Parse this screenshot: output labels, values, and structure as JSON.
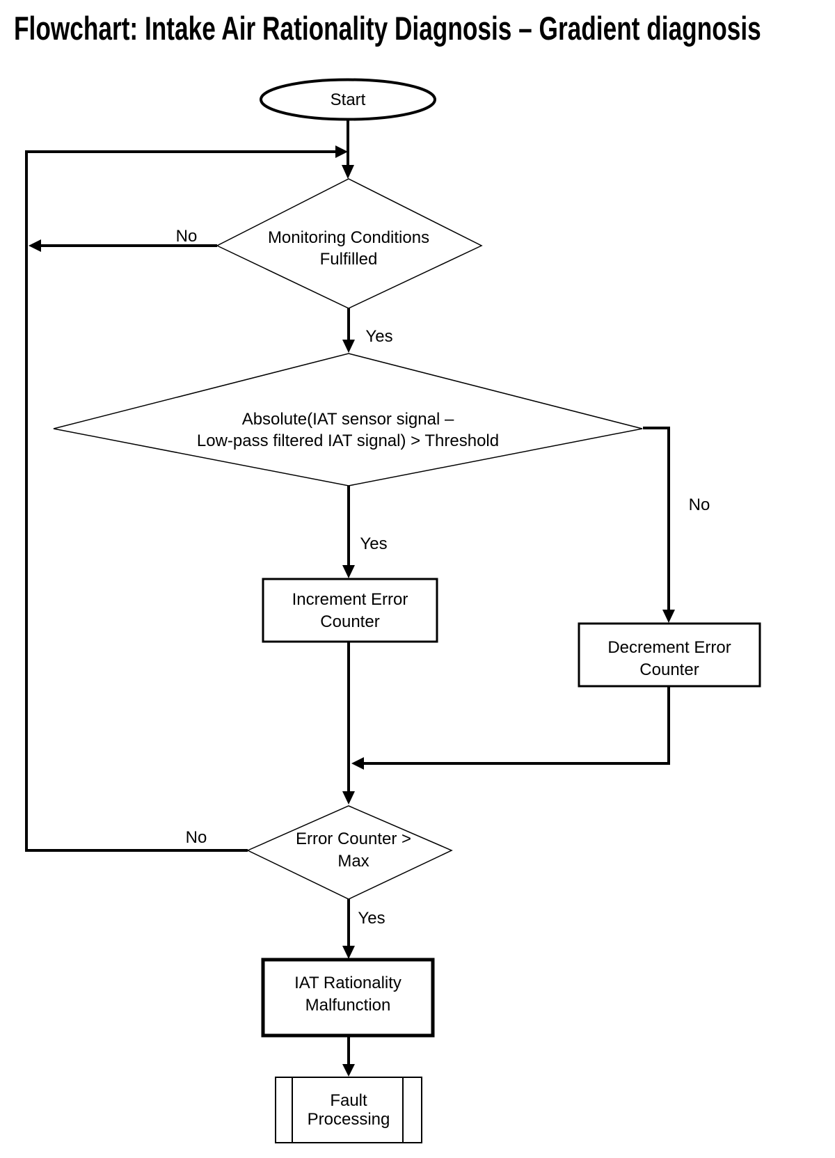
{
  "title": "Flowchart: Intake Air Rationality Diagnosis – Gradient diagnosis",
  "nodes": {
    "start": {
      "type": "terminator",
      "label": "Start"
    },
    "monitoring": {
      "type": "decision",
      "line1": "Monitoring Conditions",
      "line2": "Fulfilled"
    },
    "gradient": {
      "type": "decision",
      "line1": "Absolute(IAT sensor signal –",
      "line2": "Low-pass filtered IAT signal) > Threshold"
    },
    "increment": {
      "type": "process",
      "line1": "Increment Error",
      "line2": "Counter"
    },
    "decrement": {
      "type": "process",
      "line1": "Decrement Error",
      "line2": "Counter"
    },
    "error_counter": {
      "type": "decision",
      "line1": "Error Counter >",
      "line2": "Max"
    },
    "malfunction": {
      "type": "process",
      "line1": "IAT Rationality",
      "line2": "Malfunction"
    },
    "fault_processing": {
      "type": "predefined_process",
      "line1": "Fault",
      "line2": "Processing"
    }
  },
  "branch_labels": {
    "monitoring_no": "No",
    "monitoring_yes": "Yes",
    "gradient_yes": "Yes",
    "gradient_no": "No",
    "error_counter_no": "No",
    "error_counter_yes": "Yes"
  },
  "colors": {
    "stroke": "#000000",
    "text": "#000000",
    "background": "#ffffff"
  }
}
